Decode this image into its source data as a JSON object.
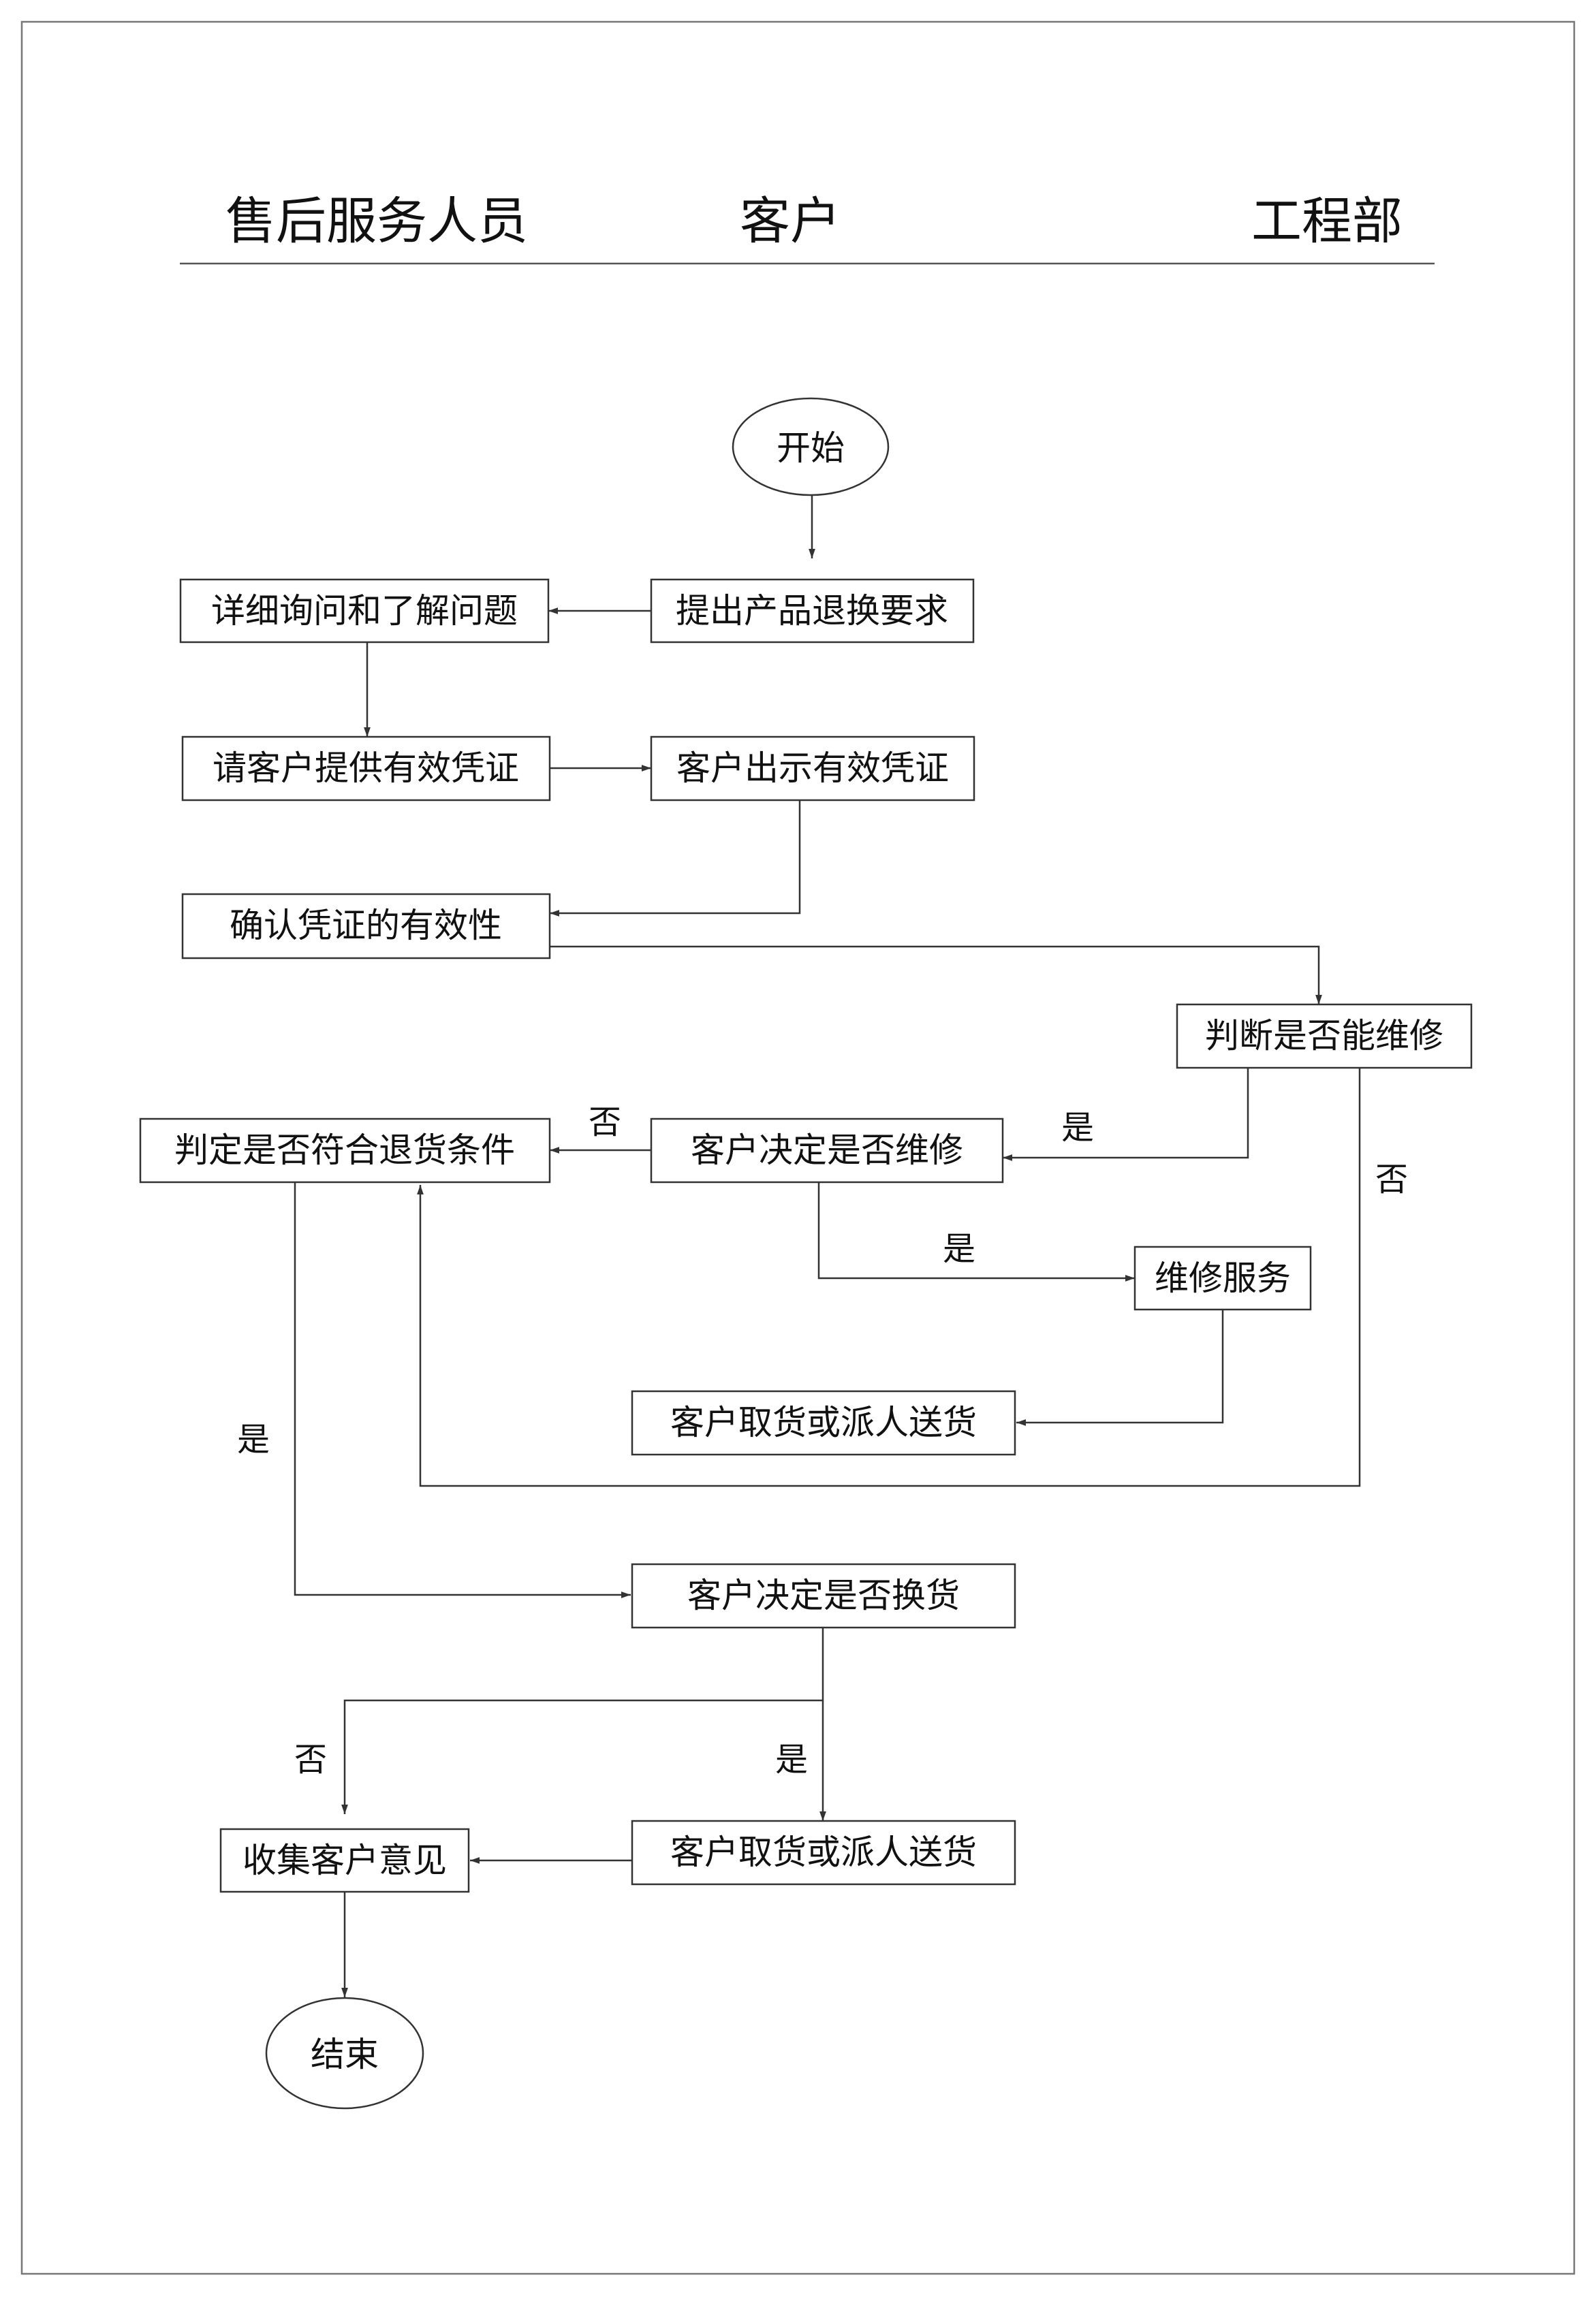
{
  "lanes": {
    "after_sales": "售后服务人员",
    "customer": "客户",
    "engineering": "工程部"
  },
  "nodes": {
    "start": "开始",
    "request_return": "提出产品退换要求",
    "ask_details": "详细询问和了解问题",
    "request_voucher": "请客户提供有效凭证",
    "show_voucher": "客户出示有效凭证",
    "confirm_voucher": "确认凭证的有效性",
    "can_repair": "判断是否能维修",
    "decide_repair": "客户决定是否维修",
    "meets_return": "判定是否符合退货条件",
    "repair_service": "维修服务",
    "pickup_1": "客户取货或派人送货",
    "decide_exchange": "客户决定是否换货",
    "pickup_2": "客户取货或派人送货",
    "collect_feedback": "收集客户意见",
    "end": "结束"
  },
  "edge_labels": {
    "yes_repair_to_decide": "是",
    "no_decide_to_return": "否",
    "no_repair_to_return": "否",
    "yes_decide_to_service": "是",
    "yes_return_to_exchange": "是",
    "no_exchange_to_feedback": "否",
    "yes_exchange_to_pickup": "是"
  }
}
